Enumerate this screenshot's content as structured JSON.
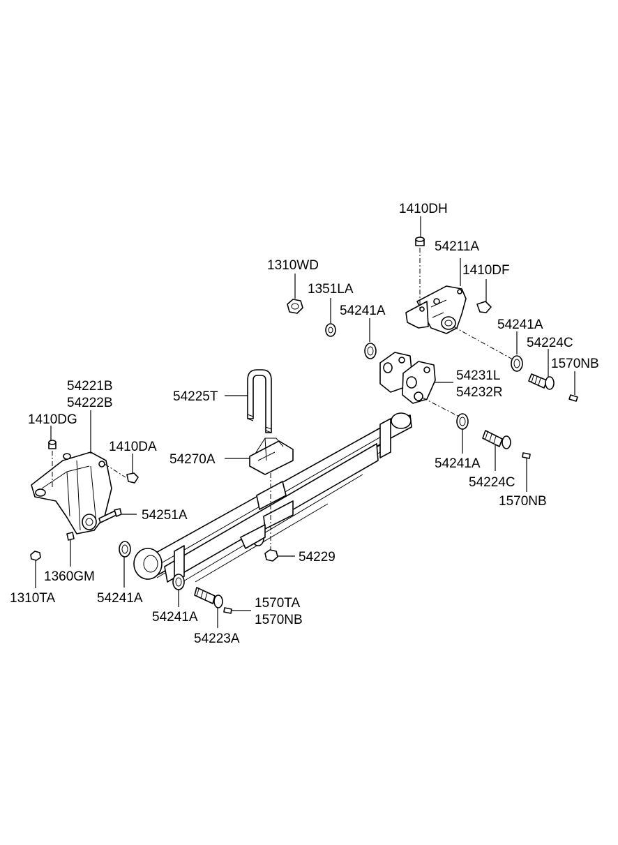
{
  "labels": {
    "p1410DH": "1410DH",
    "p54211A": "54211A",
    "p1410DF": "1410DF",
    "p1310WD": "1310WD",
    "p1351LA": "1351LA",
    "p54241A_top": "54241A",
    "p54241A_right": "54241A",
    "p54224C_top": "54224C",
    "p1570NB_top": "1570NB",
    "p54231L": "54231L",
    "p54232R": "54232R",
    "p54225T": "54225T",
    "p54221B": "54221B",
    "p54222B": "54222B",
    "p1410DG": "1410DG",
    "p1410DA": "1410DA",
    "p54270A": "54270A",
    "p54241A_mid": "54241A",
    "p54224C_bot": "54224C",
    "p1570NB_mid": "1570NB",
    "p54251A": "54251A",
    "p54229": "54229",
    "p1360GM": "1360GM",
    "p1310TA": "1310TA",
    "p54241A_left": "54241A",
    "p54241A_bot": "54241A",
    "p1570TA": "1570TA",
    "p1570NB_bot": "1570NB",
    "p54223A": "54223A"
  }
}
